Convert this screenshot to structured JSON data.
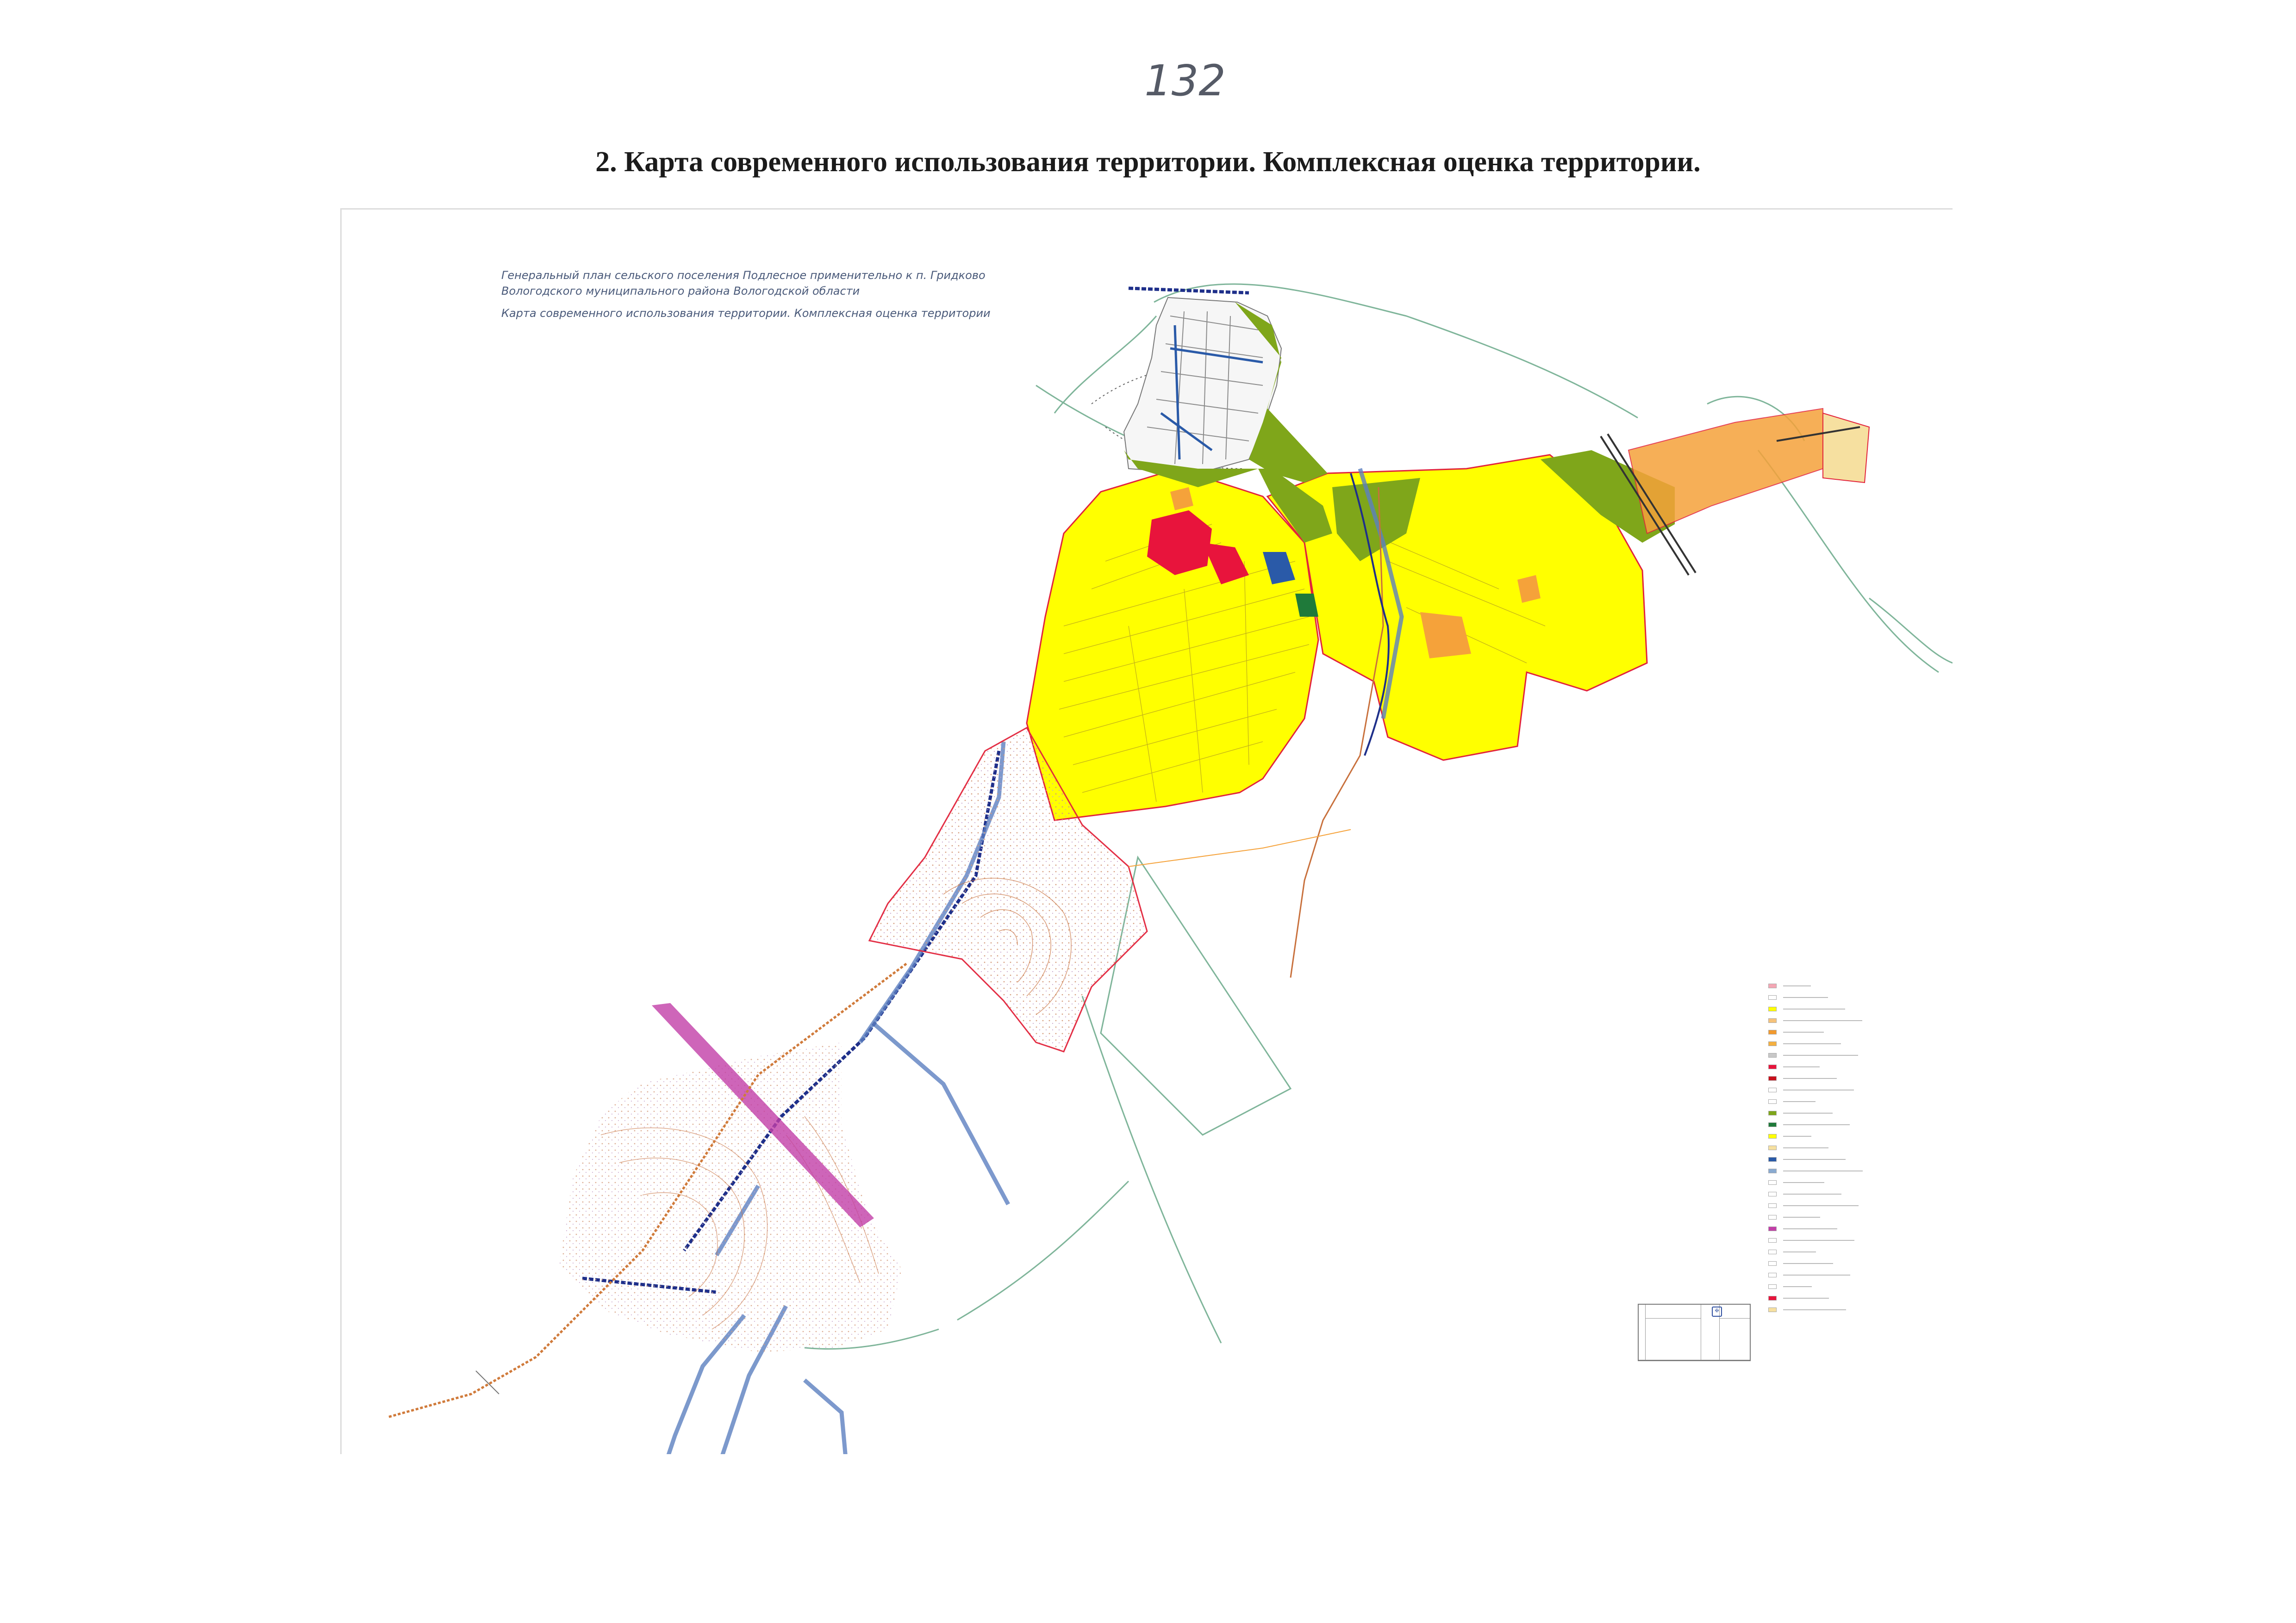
{
  "page": {
    "number": "132",
    "heading": "2.  Карта современного использования территории. Комплексная оценка территории."
  },
  "map": {
    "title_line1": "Генеральный план сельского поселения Подлесное применительно к п. Гридково",
    "title_line2": "Вологодского муниципального района Вологодской области",
    "subtitle": "Карта современного использования территории. Комплексная оценка территории",
    "colors": {
      "residential": "#ffff00",
      "green": "#7fa61a",
      "commercial": "#e8143c",
      "industrial": "#f5a23a",
      "water": "#2a5aa8",
      "boundary": "#e2243c",
      "contour": "#c8703c",
      "corridor": "#c23fa8",
      "outline": "#7fb59a"
    }
  },
  "legend": {
    "items": [
      {
        "color": "#f4a6b4"
      },
      {
        "color": "#ffffff"
      },
      {
        "color": "#ffff00"
      },
      {
        "color": "#f6c27a"
      },
      {
        "color": "#f29a2e"
      },
      {
        "color": "#f5b040"
      },
      {
        "color": "#c8c8c8"
      },
      {
        "color": "#e8143c"
      },
      {
        "color": "#c8101c"
      },
      {
        "color": "#ffffff"
      },
      {
        "color": "#ffffff"
      },
      {
        "color": "#7fa61a"
      },
      {
        "color": "#1f7a3a"
      },
      {
        "color": "#ffff00"
      },
      {
        "color": "#f6e0a0"
      },
      {
        "color": "#2a5aa8"
      },
      {
        "color": "#8aaad0"
      },
      {
        "color": "#ffffff"
      },
      {
        "color": "#ffffff"
      },
      {
        "color": "#ffffff"
      },
      {
        "color": "#ffffff"
      },
      {
        "color": "#c23fa8"
      },
      {
        "color": "#ffffff"
      },
      {
        "color": "#ffffff"
      },
      {
        "color": "#ffffff"
      },
      {
        "color": "#ffffff"
      },
      {
        "color": "#ffffff"
      },
      {
        "color": "#e8143c"
      },
      {
        "color": "#f6e0a0"
      }
    ]
  }
}
